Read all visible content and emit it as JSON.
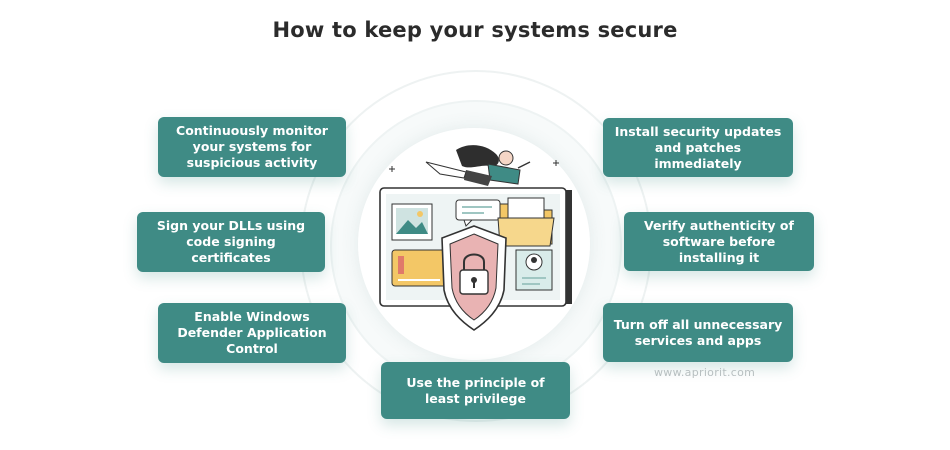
{
  "title": "How to keep your systems secure",
  "tips": [
    "Continuously monitor your systems for suspicious activity",
    "Sign your DLLs using code signing certificates",
    "Enable Windows Defender Application Control",
    "Install security updates and patches immediately",
    "Verify authenticity of software before installing it",
    "Turn off all unnecessary services and apps",
    "Use the principle of least privilege"
  ],
  "watermark": "www.apriorit.com",
  "colors": {
    "box": "#3f8b85",
    "title": "#2b2b2b",
    "shield": "#e9b3b3",
    "folder": "#f3c766"
  },
  "illustration": {
    "icons": [
      "shield-lock-icon",
      "folder-icon",
      "image-icon",
      "user-icon",
      "chat-bubble-icon",
      "credit-card-icon"
    ]
  }
}
